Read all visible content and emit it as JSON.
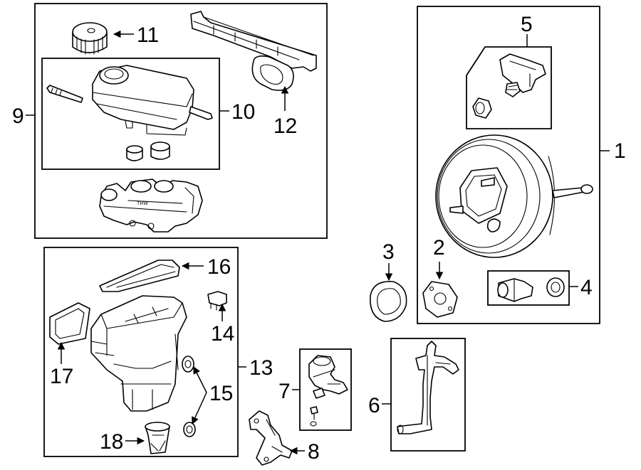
{
  "callouts": {
    "c1": "1",
    "c2": "2",
    "c3": "3",
    "c4": "4",
    "c5": "5",
    "c6": "6",
    "c7": "7",
    "c8": "8",
    "c9": "9",
    "c10": "10",
    "c11": "11",
    "c12": "12",
    "c13": "13",
    "c14": "14",
    "c15": "15",
    "c16": "16",
    "c17": "17",
    "c18": "18"
  },
  "master_cylinder_marking": "TRW",
  "colors": {
    "line": "#000000",
    "background": "#ffffff"
  }
}
